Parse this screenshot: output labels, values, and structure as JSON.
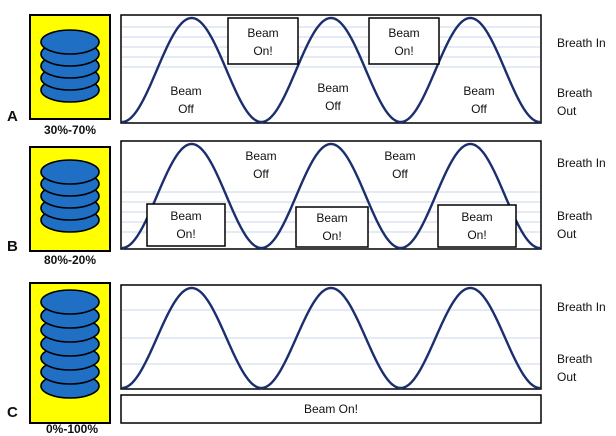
{
  "rows": [
    {
      "letter": "A",
      "range": "30%-70%",
      "disks": 5,
      "labels": [
        {
          "key": "beam-on-1",
          "lines": [
            "Beam",
            "On!"
          ],
          "box": true
        },
        {
          "key": "beam-on-2",
          "lines": [
            "Beam",
            "On!"
          ],
          "box": true
        },
        {
          "key": "beam-off-1",
          "lines": [
            "Beam",
            "Off"
          ],
          "box": false
        },
        {
          "key": "beam-off-2",
          "lines": [
            "Beam",
            "Off"
          ],
          "box": false
        },
        {
          "key": "beam-off-3",
          "lines": [
            "Beam",
            "Off"
          ],
          "box": false
        }
      ],
      "side_top": "Breath In",
      "side_bottom": [
        "Breath",
        "Out"
      ]
    },
    {
      "letter": "B",
      "range": "80%-20%",
      "disks": 5,
      "labels": [
        {
          "key": "beam-off-1",
          "lines": [
            "Beam",
            "Off"
          ],
          "box": false
        },
        {
          "key": "beam-off-2",
          "lines": [
            "Beam",
            "Off"
          ],
          "box": false
        },
        {
          "key": "beam-on-1",
          "lines": [
            "Beam",
            "On!"
          ],
          "box": true
        },
        {
          "key": "beam-on-2",
          "lines": [
            "Beam",
            "On!"
          ],
          "box": true
        },
        {
          "key": "beam-on-3",
          "lines": [
            "Beam",
            "On!"
          ],
          "box": true
        }
      ],
      "side_top": "Breath In",
      "side_bottom": [
        "Breath",
        "Out"
      ]
    },
    {
      "letter": "C",
      "range": "0%-100%",
      "disks": 7,
      "labels": [],
      "beam_bar": "Beam On!",
      "side_top": "Breath In",
      "side_bottom": [
        "Breath",
        "Out"
      ]
    }
  ],
  "colors": {
    "phantom_bg": "#ffff00",
    "disk_fill": "#1f6fc4",
    "wave": "#1b2e6e",
    "grid": "#c9d7e8"
  }
}
